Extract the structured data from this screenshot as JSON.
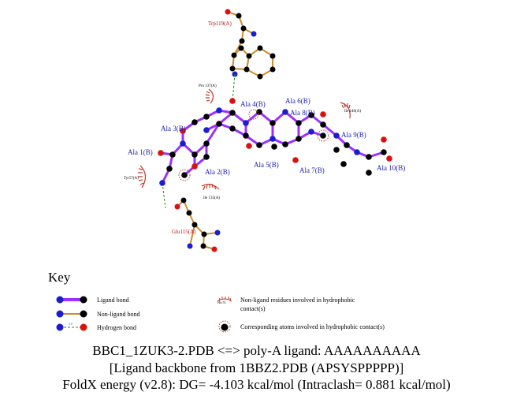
{
  "diagram": {
    "ligand_labels": [
      "Ala 1(B)",
      "Ala 2(B)",
      "Ala 3(B)",
      "Ala 4(B)",
      "Ala 5(B)",
      "Ala 6(B)",
      "Ala 7(B)",
      "Ala 8(B)",
      "Ala 9(B)",
      "Ala 10(B)"
    ],
    "residue_labels": [
      "Trp119(A)",
      "Glu115(A)"
    ],
    "hydrophobic_labels": [
      "Pro 137(A)",
      "Tyr57(A)",
      "Ile 135(A)",
      "Ile 140(A)"
    ],
    "colors": {
      "ligand_bond": "#9b30ff",
      "nonligand_bond": "#d08c2c",
      "hbond": "#2e8b2e",
      "hydrophobic": "#c0392b",
      "ligand_label": "#1c1cb4",
      "residue_label": "#b01010",
      "atom_carbon": "#000000",
      "atom_nitrogen": "#1c1cd0",
      "atom_oxygen": "#dd1010"
    }
  },
  "key": {
    "title": "Key",
    "ligand_bond": "Ligand bond",
    "nonligand_bond": "Non-ligand bond",
    "hydrogen_bond": "Hydrogen bond",
    "hbond_distance": "3.0",
    "hydrophobic_residues": "Non-ligand residues involved in hydrophobic",
    "hydrophobic_residues_2": "contact(s)",
    "hydrophobic_example": "His 53",
    "corresponding_atoms": "Corresponding atoms involved in hydrophobic contact(s)"
  },
  "caption": {
    "line1": "BBC1_1ZUK3-2.PDB <=> poly-A ligand: AAAAAAAAAA",
    "line2": "[Ligand backbone from 1BBZ2.PDB (APSYSPPPPP)]",
    "line3": "FoldX energy (v2.8): DG= -4.103 kcal/mol (Intraclash= 0.881 kcal/mol)"
  }
}
